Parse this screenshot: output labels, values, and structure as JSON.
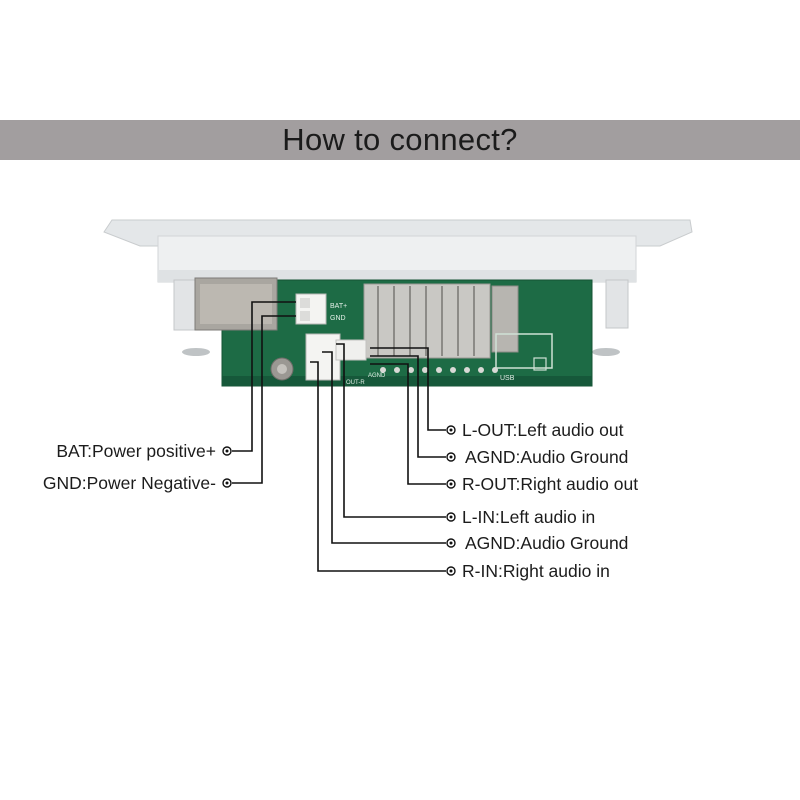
{
  "title": "How to connect?",
  "colors": {
    "banner": "#a29e9f",
    "pcb": "#1d6b45",
    "faceplate": "#e9ecee",
    "wire": "#111111"
  },
  "board_silkscreen": {
    "bat": "BAT+",
    "gnd": "GND",
    "usb": "USB",
    "out_r": "OUT-R",
    "agnd": "AGND"
  },
  "pins_left": [
    {
      "id": "bat",
      "label": "BAT:Power positive+"
    },
    {
      "id": "gnd",
      "label": "GND:Power Negative-"
    }
  ],
  "pins_right": [
    {
      "id": "l-out",
      "label": "L-OUT:Left audio out"
    },
    {
      "id": "agnd-out",
      "label": "AGND:Audio Ground"
    },
    {
      "id": "r-out",
      "label": "R-OUT:Right audio out"
    },
    {
      "id": "l-in",
      "label": "L-IN:Left audio in"
    },
    {
      "id": "agnd-in",
      "label": "AGND:Audio Ground"
    },
    {
      "id": "r-in",
      "label": "R-IN:Right audio in"
    }
  ]
}
